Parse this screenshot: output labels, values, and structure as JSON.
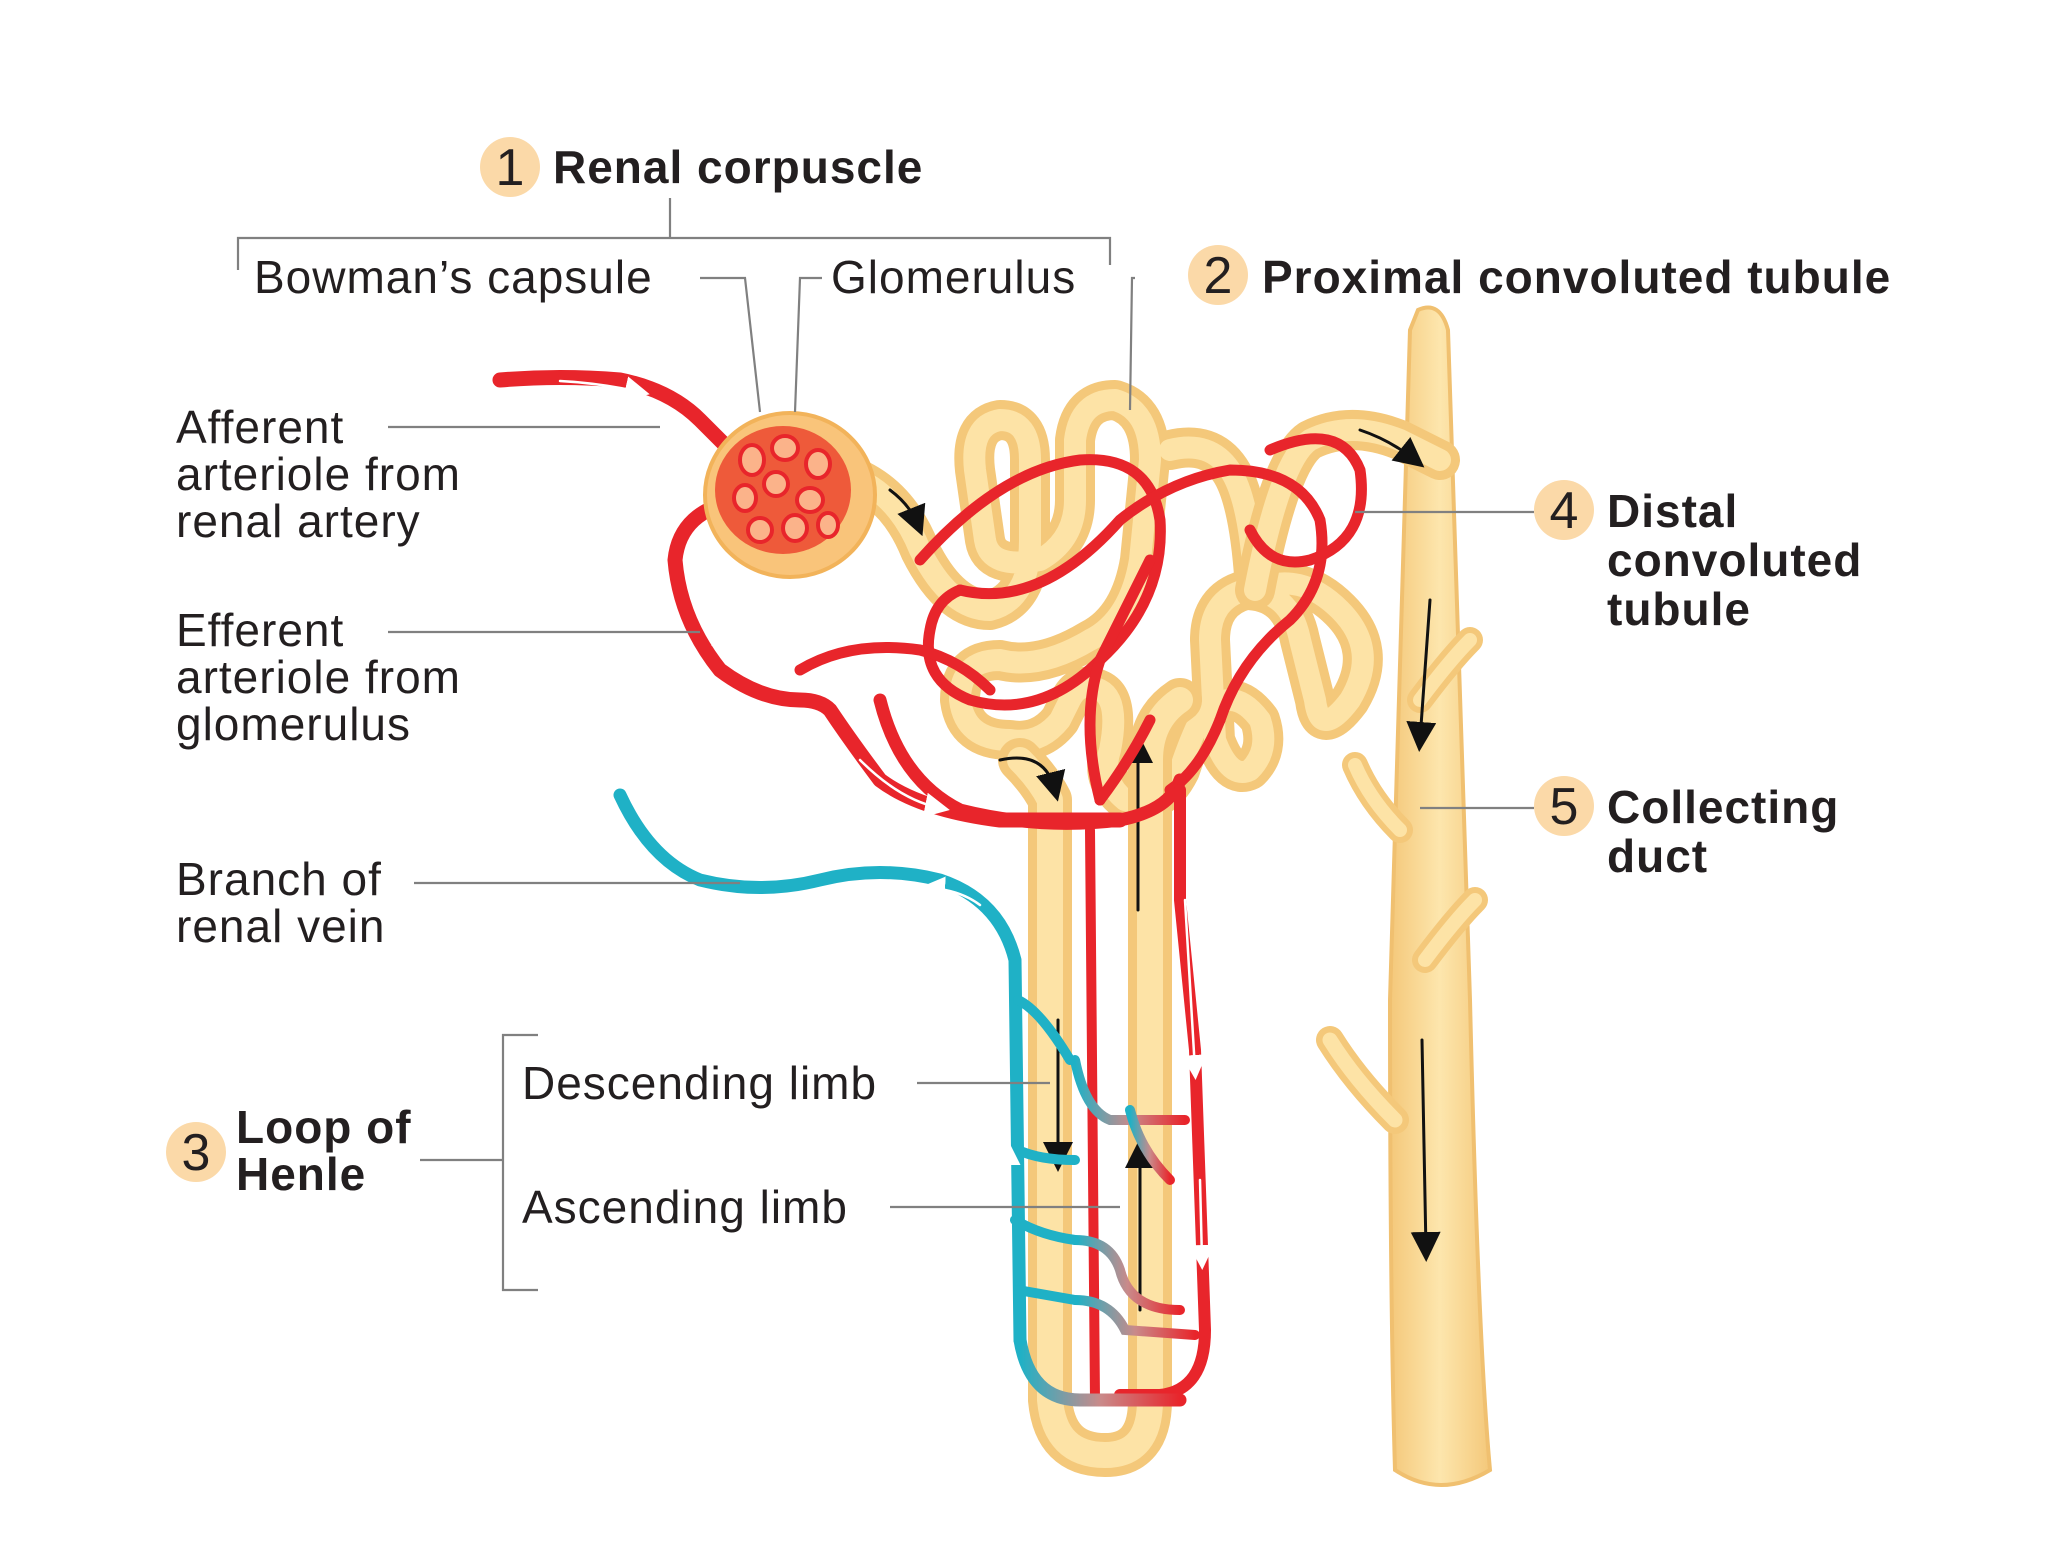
{
  "colors": {
    "tubule": "#f9d68e",
    "artery": "#e8252b",
    "vein": "#1fb1c6",
    "badge": "#fbd9a8",
    "text": "#231f20"
  },
  "labels": {
    "renal_corpuscle": {
      "num": "1",
      "text": "Renal corpuscle"
    },
    "bowmans_capsule": "Bowman’s capsule",
    "glomerulus": "Glomerulus",
    "proximal": {
      "num": "2",
      "text": "Proximal convoluted tubule"
    },
    "afferent": [
      "Afferent",
      "arteriole from",
      "renal artery"
    ],
    "efferent": [
      "Efferent",
      "arteriole from",
      "glomerulus"
    ],
    "renal_vein": [
      "Branch of",
      "renal vein"
    ],
    "distal": {
      "num": "4",
      "lines": [
        "Distal",
        "convoluted",
        "tubule"
      ]
    },
    "collecting": {
      "num": "5",
      "lines": [
        "Collecting",
        "duct"
      ]
    },
    "loop": {
      "num": "3",
      "lines": [
        "Loop of",
        "Henle"
      ]
    },
    "descending": "Descending limb",
    "ascending": "Ascending limb"
  }
}
